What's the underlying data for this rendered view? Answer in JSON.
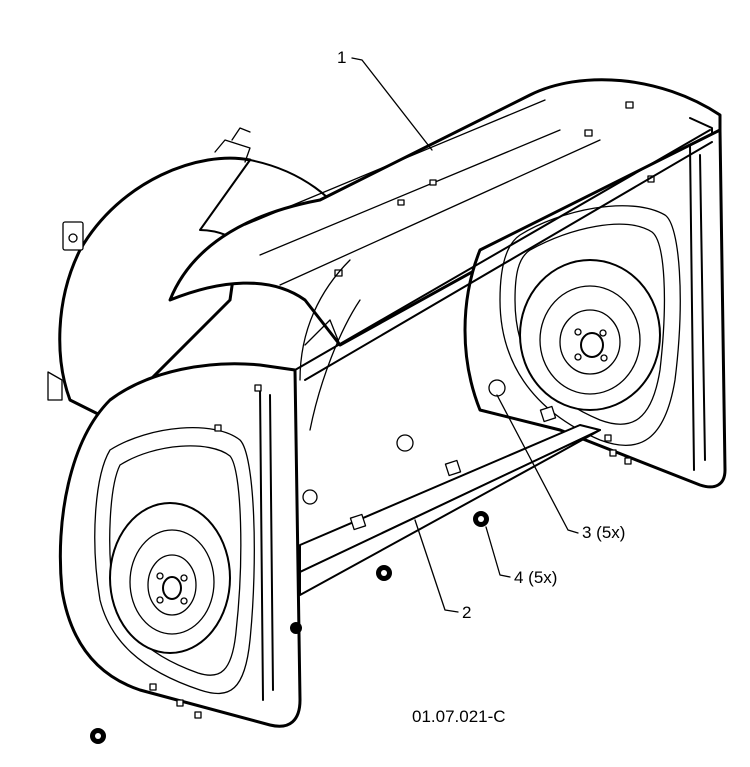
{
  "callouts": [
    {
      "id": "1",
      "label": "1"
    },
    {
      "id": "2",
      "label": "2"
    },
    {
      "id": "3",
      "label": "3 (5x)"
    },
    {
      "id": "4",
      "label": "4 (5x)"
    }
  ],
  "figure_code": "01.07.021-C",
  "colors": {
    "line": "#000000",
    "background": "#ffffff"
  }
}
